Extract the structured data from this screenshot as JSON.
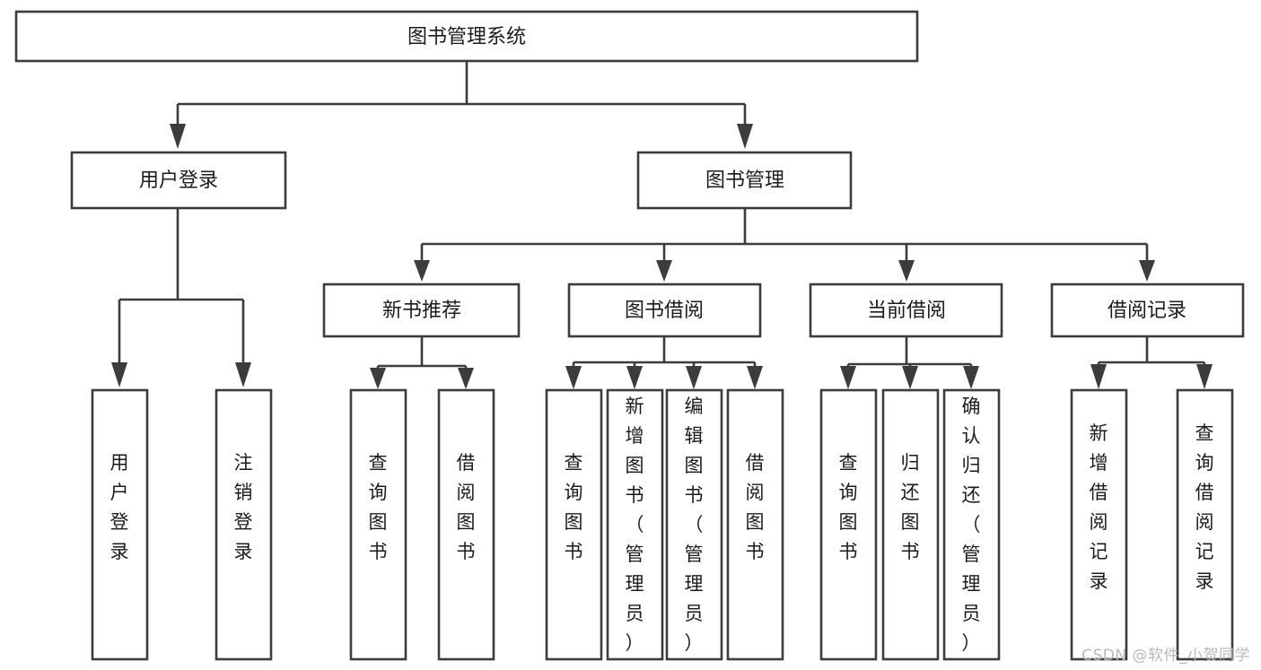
{
  "diagram": {
    "title": "图书管理系统",
    "type": "hierarchy-tree",
    "watermark": "CSDN @软件_小贺同学",
    "colors": {
      "stroke": "#3c3c3c",
      "box_fill": "#ffffff",
      "text": "#1b1b1b",
      "background": "#ffffff",
      "watermark": "#b9b9b9"
    },
    "levels": {
      "level0": [
        {
          "id": "root",
          "label": "图书管理系统",
          "orientation": "horizontal"
        }
      ],
      "level1": [
        {
          "id": "user-login",
          "label": "用户登录",
          "orientation": "horizontal"
        },
        {
          "id": "book-manage",
          "label": "图书管理",
          "orientation": "horizontal"
        }
      ],
      "level2": [
        {
          "id": "new-book-rec",
          "label": "新书推荐",
          "orientation": "horizontal"
        },
        {
          "id": "book-borrow",
          "label": "图书借阅",
          "orientation": "horizontal"
        },
        {
          "id": "current-borrow",
          "label": "当前借阅",
          "orientation": "horizontal"
        },
        {
          "id": "borrow-record",
          "label": "借阅记录",
          "orientation": "horizontal"
        }
      ],
      "level3": [
        {
          "id": "leaf-user-login",
          "label": "用户登录",
          "parent": "user-login",
          "orientation": "vertical"
        },
        {
          "id": "leaf-user-logout",
          "label": "注销登录",
          "parent": "user-login",
          "orientation": "vertical"
        },
        {
          "id": "leaf-query-book-1",
          "label": "查询图书",
          "parent": "new-book-rec",
          "orientation": "vertical"
        },
        {
          "id": "leaf-borrow-book-1",
          "label": "借阅图书",
          "parent": "new-book-rec",
          "orientation": "vertical"
        },
        {
          "id": "leaf-query-book-2",
          "label": "查询图书",
          "parent": "book-borrow",
          "orientation": "vertical"
        },
        {
          "id": "leaf-add-book",
          "label": "新增图书（管理员）",
          "parent": "book-borrow",
          "orientation": "vertical"
        },
        {
          "id": "leaf-edit-book",
          "label": "编辑图书（管理员）",
          "parent": "book-borrow",
          "orientation": "vertical"
        },
        {
          "id": "leaf-borrow-book-2",
          "label": "借阅图书",
          "parent": "book-borrow",
          "orientation": "vertical"
        },
        {
          "id": "leaf-query-book-3",
          "label": "查询图书",
          "parent": "current-borrow",
          "orientation": "vertical"
        },
        {
          "id": "leaf-return-book",
          "label": "归还图书",
          "parent": "current-borrow",
          "orientation": "vertical"
        },
        {
          "id": "leaf-confirm-return",
          "label": "确认归还（管理员）",
          "parent": "current-borrow",
          "orientation": "vertical"
        },
        {
          "id": "leaf-add-record",
          "label": "新增借阅记录",
          "parent": "borrow-record",
          "orientation": "vertical"
        },
        {
          "id": "leaf-query-record",
          "label": "查询借阅记录",
          "parent": "borrow-record",
          "orientation": "vertical"
        }
      ]
    }
  }
}
